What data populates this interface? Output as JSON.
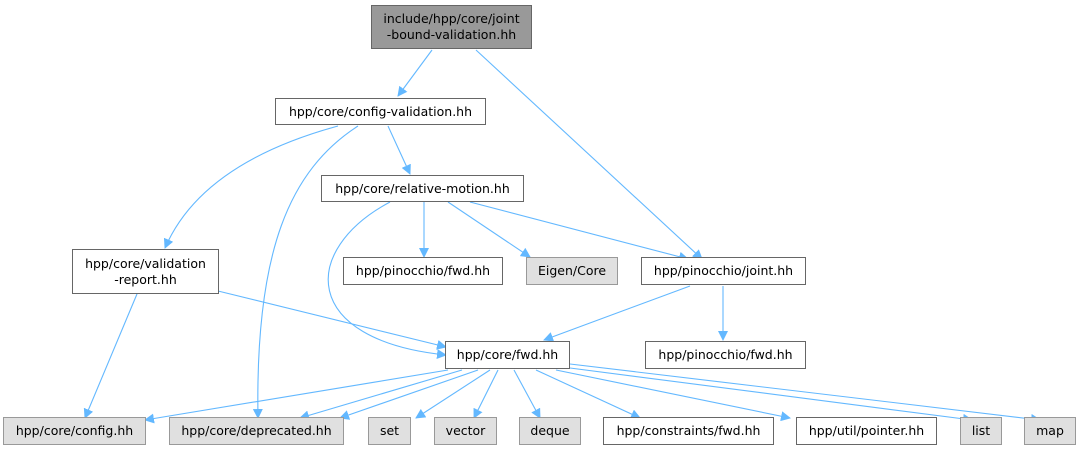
{
  "diagram": {
    "title": "include/hpp/core/joint-bound-validation.hh",
    "colors": {
      "edge": "#63b8ff",
      "root_fill": "#999999",
      "system_fill": "#e0e0e0",
      "node_fill": "#ffffff"
    },
    "nodes": {
      "root": "include/hpp/core/joint\n-bound-validation.hh",
      "config_validation": "hpp/core/config-validation.hh",
      "relative_motion": "hpp/core/relative-motion.hh",
      "validation_report": "hpp/core/validation\n-report.hh",
      "pinocchio_fwd_1": "hpp/pinocchio/fwd.hh",
      "eigen_core": "Eigen/Core",
      "pinocchio_joint": "hpp/pinocchio/joint.hh",
      "core_fwd": "hpp/core/fwd.hh",
      "pinocchio_fwd_2": "hpp/pinocchio/fwd.hh",
      "core_config": "hpp/core/config.hh",
      "core_deprecated": "hpp/core/deprecated.hh",
      "set": "set",
      "vector": "vector",
      "deque": "deque",
      "constraints_fwd": "hpp/constraints/fwd.hh",
      "util_pointer": "hpp/util/pointer.hh",
      "list": "list",
      "map": "map"
    }
  }
}
